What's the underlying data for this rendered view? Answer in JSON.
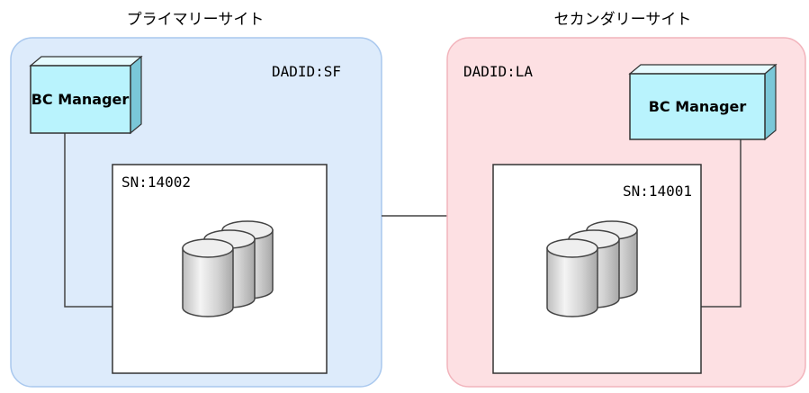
{
  "primary_site": {
    "title": "プライマリーサイト",
    "dadid": "DADID:SF",
    "manager_label": "BC Manager",
    "storage_sn": "SN:14002",
    "color": "#ddebfb"
  },
  "secondary_site": {
    "title": "セカンダリーサイト",
    "dadid": "DADID:LA",
    "manager_label": "BC Manager",
    "storage_sn": "SN:14001",
    "color": "#fde0e3"
  },
  "colors": {
    "manager_face": "#b9f3fd",
    "line": "#444444"
  }
}
